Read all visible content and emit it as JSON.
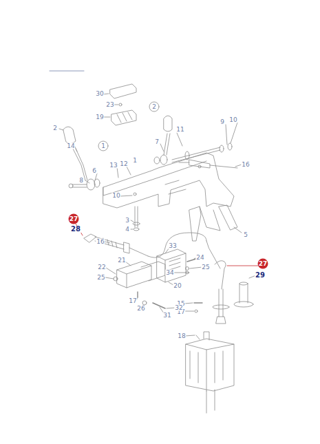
{
  "diagram": {
    "labels": [
      "30",
      "23",
      "19",
      "2",
      "2",
      "14",
      "1",
      "11",
      "9",
      "10",
      "7",
      "6",
      "12",
      "1",
      "13",
      "16",
      "8",
      "10",
      "5",
      "3",
      "4",
      "27",
      "28",
      "16",
      "33",
      "22",
      "21",
      "24",
      "25",
      "34",
      "25",
      "20",
      "27",
      "29",
      "15",
      "17",
      "17",
      "26",
      "31",
      "32",
      "18"
    ]
  }
}
